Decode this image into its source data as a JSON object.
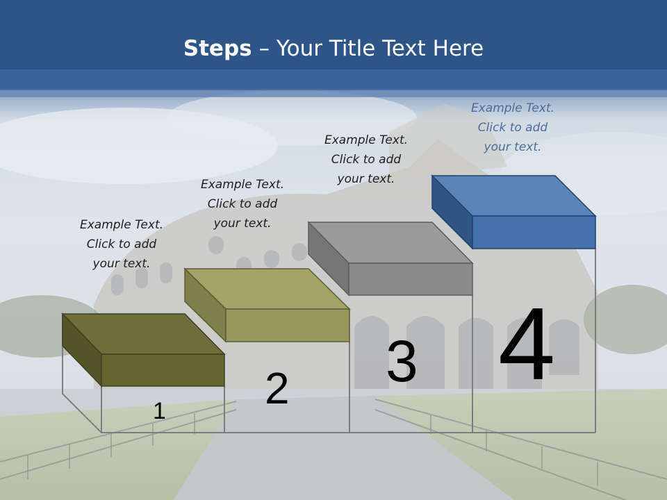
{
  "title": {
    "bold": "Steps",
    "rest": " – Your Title Text Here"
  },
  "steps": [
    {
      "number": "1",
      "lines": [
        "Example Text.",
        "Click  to add",
        "your text."
      ]
    },
    {
      "number": "2",
      "lines": [
        "Example Text.",
        "Click  to add",
        "your text."
      ]
    },
    {
      "number": "3",
      "lines": [
        "Example Text.",
        "Click  to add",
        "your text."
      ]
    },
    {
      "number": "4",
      "lines": [
        "Example Text.",
        "Click  to add",
        "your text."
      ]
    }
  ],
  "colors": {
    "header_top": "#2c5486",
    "header_bottom": "#4b74a8",
    "step1": "#6f6d3a",
    "step2": "#9a9a60",
    "step3": "#8e8e8e",
    "step4": "#4a74aa",
    "outline": "#7d7d7d"
  }
}
